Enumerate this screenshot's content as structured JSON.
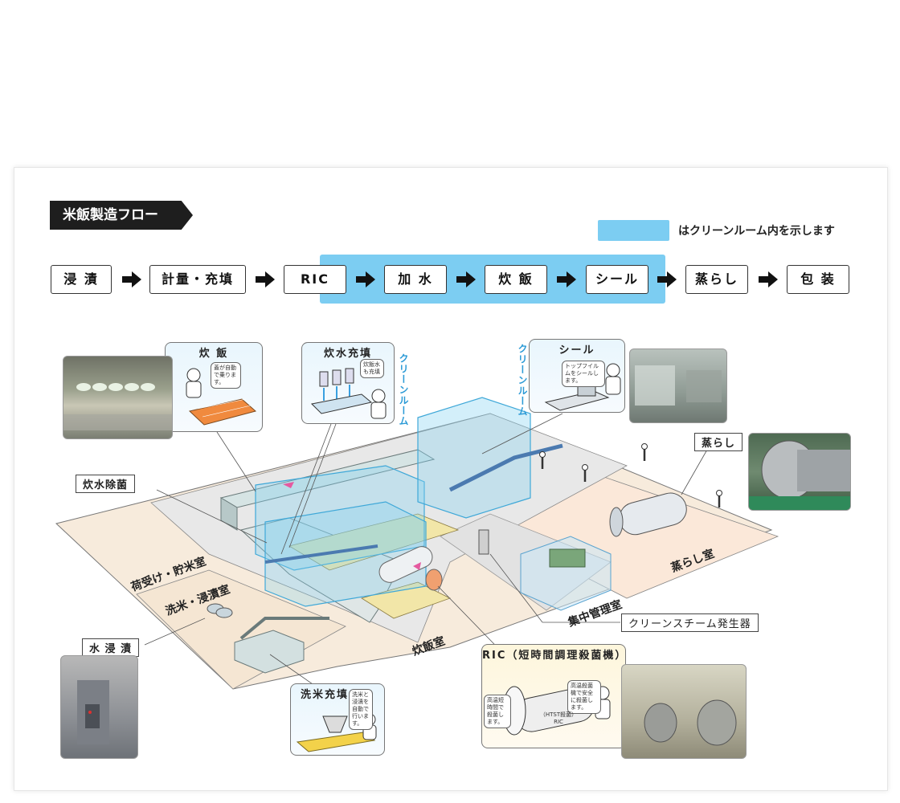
{
  "title": "米飯製造フロー",
  "legend": {
    "text": "はクリーンルーム内を示します",
    "color": "#7ccdf2"
  },
  "flow_steps": [
    "浸 漬",
    "計量・充填",
    "RIC",
    "加 水",
    "炊 飯",
    "シール",
    "蒸らし",
    "包 装"
  ],
  "clean_room_vertical": "クリーンルーム",
  "bubbles": {
    "suihan": "炊 飯",
    "suisui": "炊水充填",
    "seal": "シール",
    "senmai": "洗米充填",
    "ric": "RIC（短時間調理殺菌機）"
  },
  "labels": {
    "suisui_jokin": "炊水除菌",
    "murashi": "蒸らし",
    "mizu_shinseki": "水 浸 漬",
    "steam": "クリーンスチーム発生器"
  },
  "rooms": {
    "niuke": "荷受け・貯米室",
    "senmai_room": "洗米・浸漬室",
    "suihan_room": "炊飯室",
    "shuchu": "集中管理室",
    "murashi_room": "蒸らし室"
  },
  "speech": {
    "suihan": "蓋が自動で乗ります。",
    "suisui": "炊飯水も充填",
    "seal": "トップフイルムをシールします。",
    "senmai": "洗米と浸漬を自動で行います。",
    "ric_left": "高温短時間で殺菌します。",
    "ric_right": "高温殺菌機で安全に殺菌します。",
    "ric_tank": "（HTST殺菌） RIC"
  },
  "colors": {
    "clean_band": "#7ccdf2",
    "step_border": "#333333",
    "title_bg": "#1e1e1e"
  }
}
